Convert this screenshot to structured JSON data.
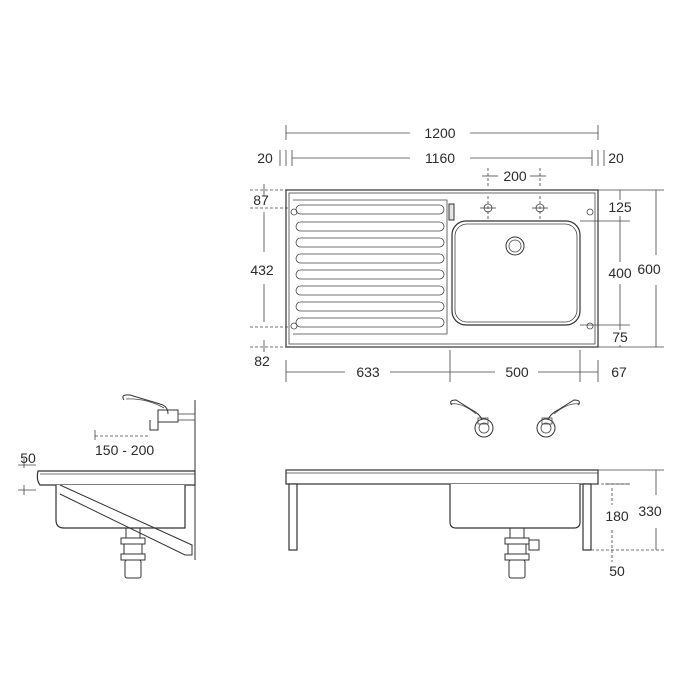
{
  "plan_view": {
    "overall_width": "1200",
    "inner_width": "1160",
    "left_margin": "20",
    "right_margin": "20",
    "tap_spacing": "200",
    "back_offset": "87",
    "drainer_depth": "432",
    "front_offset": "82",
    "drainer_length": "633",
    "bowl_length": "500",
    "right_end": "67",
    "bowl_back": "125",
    "bowl_depth": "400",
    "bowl_front": "75",
    "overall_depth": "600"
  },
  "side_view": {
    "tap_projection": "150 - 200",
    "top_thickness": "50"
  },
  "front_view": {
    "bowl_height": "180",
    "overall_height": "330",
    "bottom_offset": "50"
  }
}
